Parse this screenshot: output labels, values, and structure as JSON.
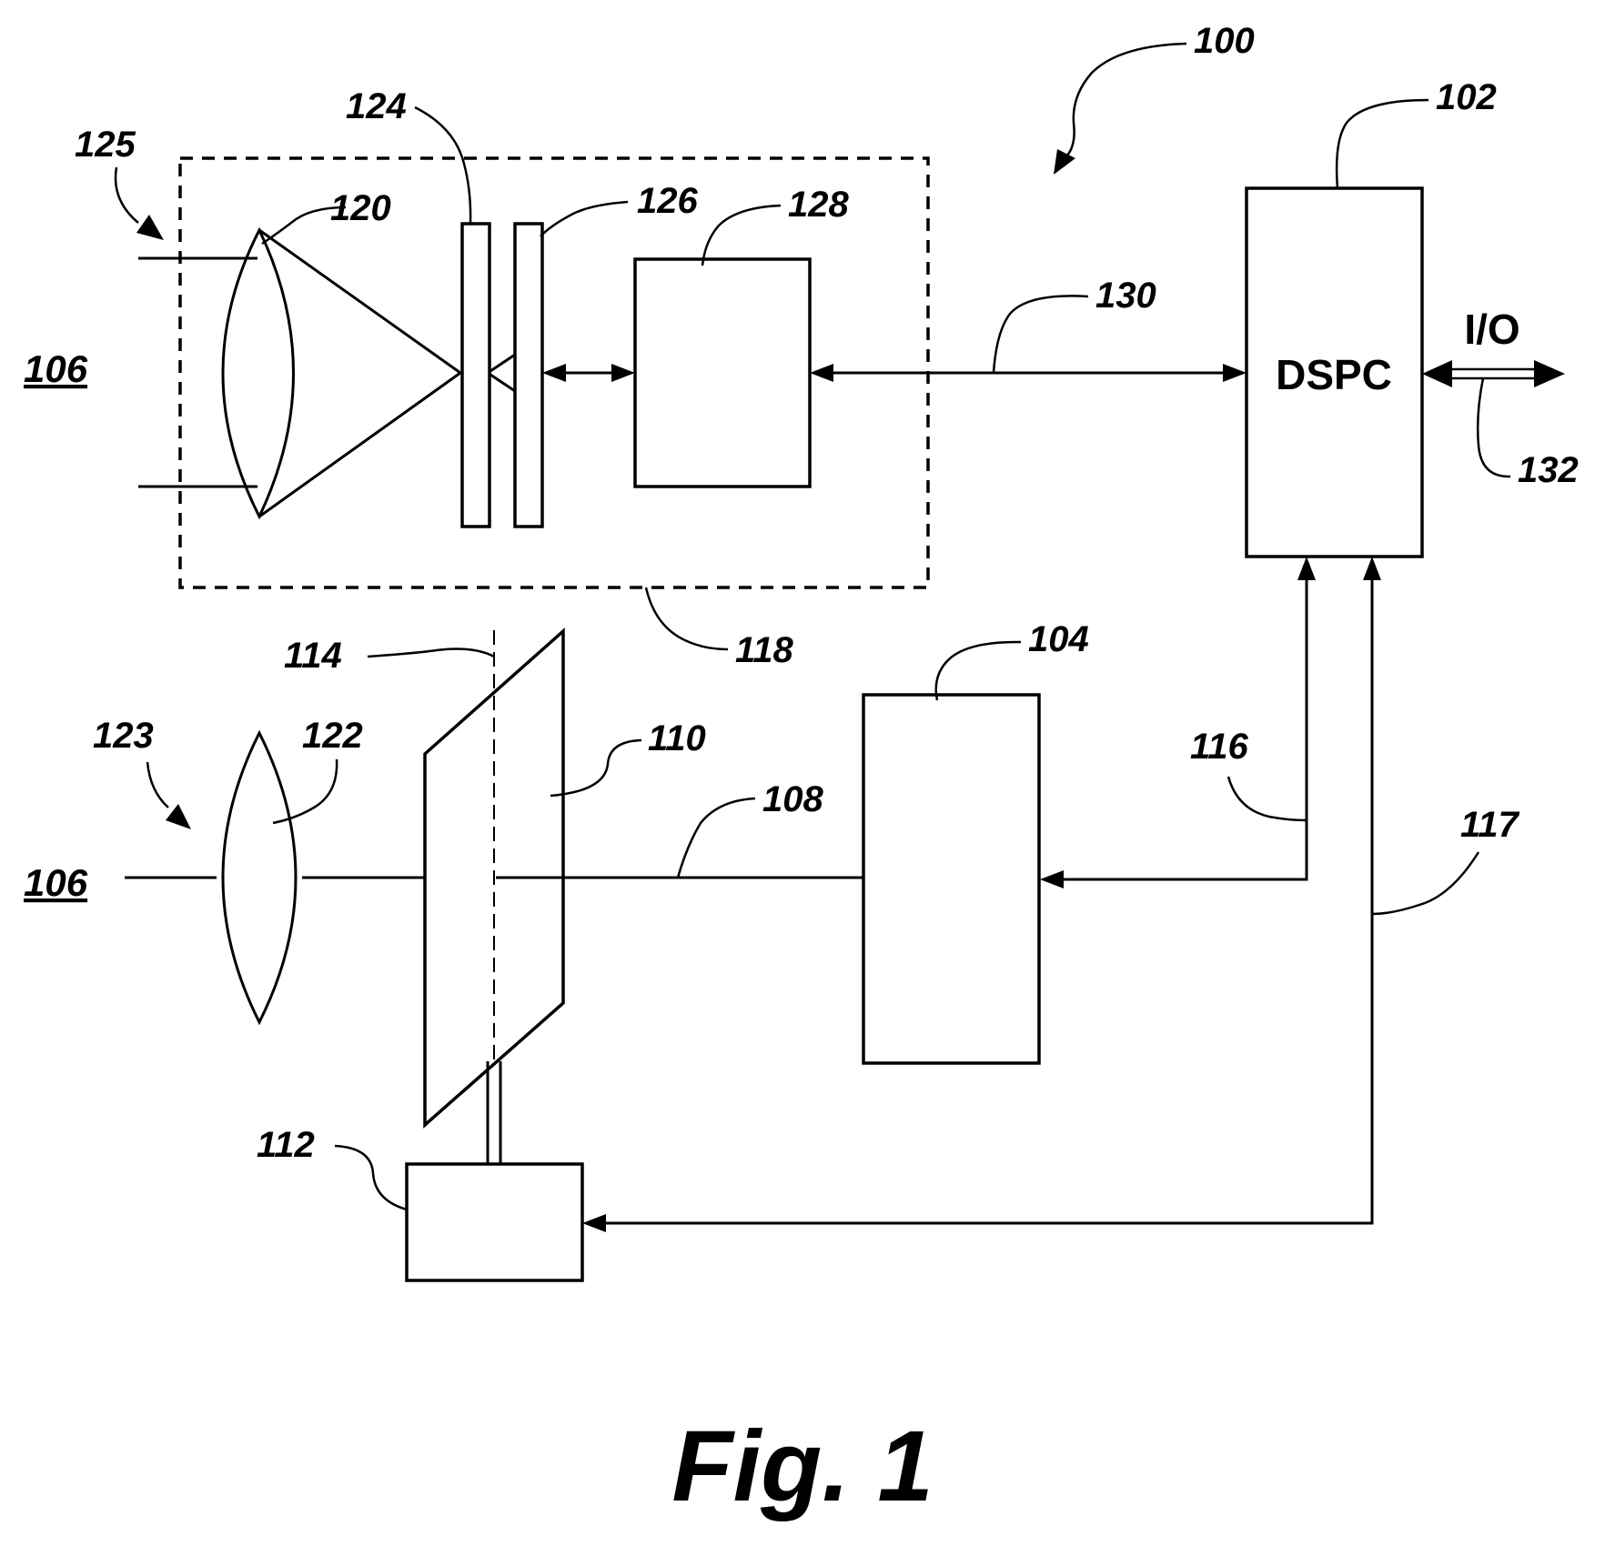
{
  "labels": {
    "system": "100",
    "dspc_ref": "102",
    "block_104": "104",
    "scene_top": "106",
    "scene_bottom": "106",
    "beam_108": "108",
    "mirror_110": "110",
    "actuator_112": "112",
    "axis_114": "114",
    "line_116": "116",
    "line_117": "117",
    "receiver_118": "118",
    "lens_120": "120",
    "lens_122": "122",
    "beam_123": "123",
    "filter_124": "124",
    "beam_125": "125",
    "detector_126": "126",
    "block_128": "128",
    "line_130": "130",
    "io_132": "132"
  },
  "blocks": {
    "dspc": "DSPC",
    "io": "I/O"
  },
  "caption": "Fig. 1"
}
